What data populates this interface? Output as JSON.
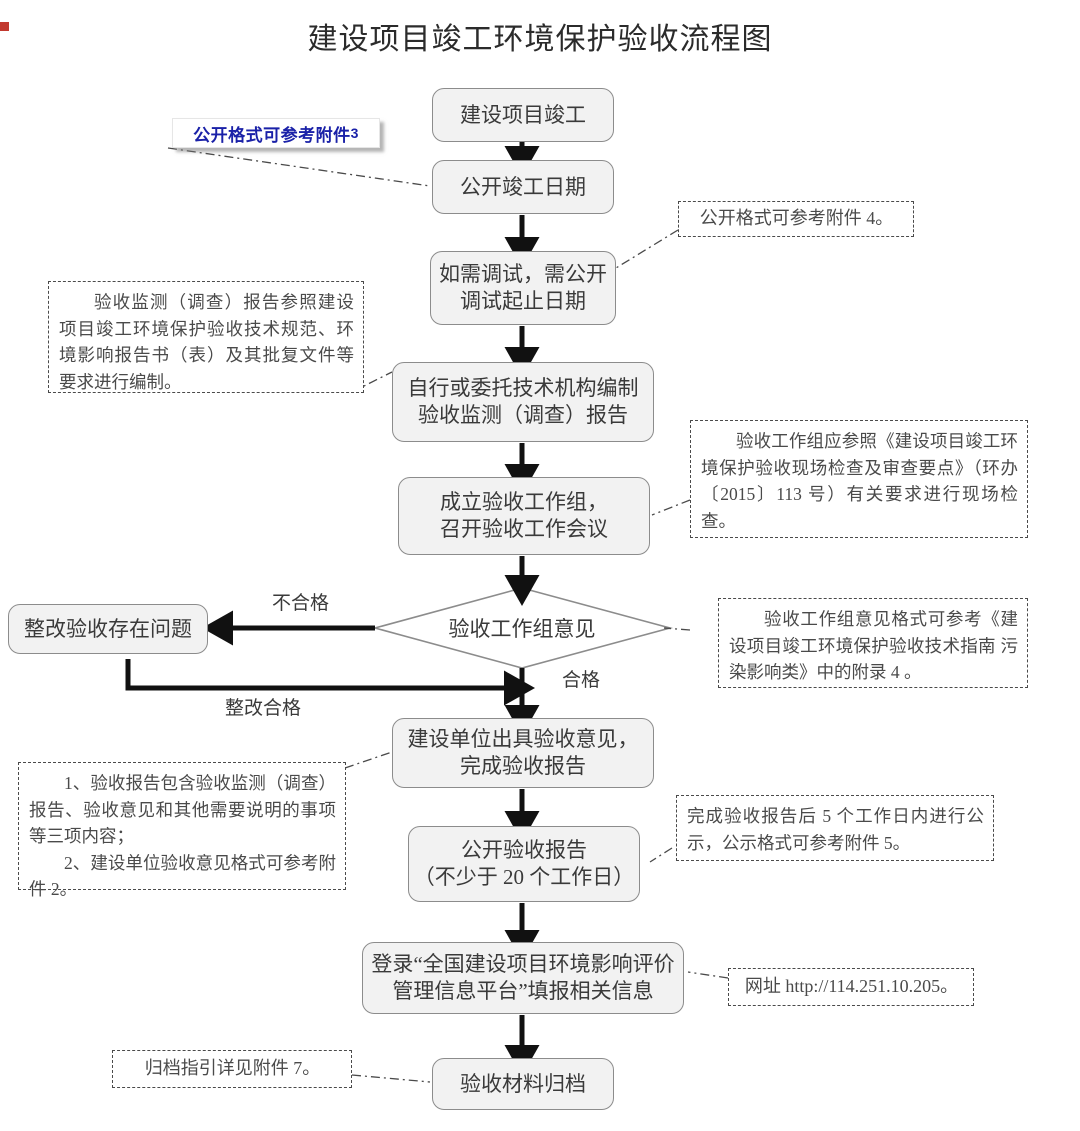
{
  "page": {
    "title": "建设项目竣工环境保护验收流程图"
  },
  "flow": {
    "nodes": [
      {
        "id": "n1",
        "lines": [
          "建设项目竣工"
        ]
      },
      {
        "id": "n2",
        "lines": [
          "公开竣工日期"
        ]
      },
      {
        "id": "n3",
        "lines": [
          "如需调试，需公开",
          "调试起止日期"
        ]
      },
      {
        "id": "n4",
        "lines": [
          "自行或委托技术机构编制",
          "验收监测（调查）报告"
        ]
      },
      {
        "id": "n5",
        "lines": [
          "成立验收工作组，",
          "召开验收工作会议"
        ]
      },
      {
        "id": "n6",
        "lines": [
          "建设单位出具验收意见，",
          "完成验收报告"
        ]
      },
      {
        "id": "n7",
        "lines": [
          "公开验收报告",
          "（不少于 20 个工作日）"
        ]
      },
      {
        "id": "n8",
        "lines": [
          "登录“全国建设项目环境影响评价",
          "管理信息平台”填报相关信息"
        ]
      },
      {
        "id": "n9",
        "lines": [
          "验收材料归档"
        ]
      },
      {
        "id": "nfix",
        "lines": [
          "整改验收存在问题"
        ]
      }
    ],
    "decision": {
      "id": "d1",
      "label": "验收工作组意见"
    },
    "edge_labels": {
      "fail": "不合格",
      "pass": "合格",
      "rectified": "整改合格"
    }
  },
  "notes": {
    "blue_callout": {
      "text": "公开格式可参考附件",
      "num": "3"
    },
    "attachment4": "公开格式可参考附件 4。",
    "monitoring_report": "验收监测（调查）报告参照建设项目竣工环境保护验收技术规范、环境影响报告书（表）及其批复文件等要求进行编制。",
    "workgroup_check": "验收工作组应参照《建设项目竣工环境保护验收现场检查及审查要点》（环办〔2015〕113 号）有关要求进行现场检查。",
    "opinion_format": "验收工作组意见格式可参考《建设项目竣工环境保护验收技术指南 污染影响类》中的附录 4 。",
    "report_contents_1": "1、验收报告包含验收监测（调查）报告、验收意见和其他需要说明的事项等三项内容；",
    "report_contents_2": "2、建设单位验收意见格式可参考附件 2。",
    "publicity": "完成验收报告后 5 个工作日内进行公示，公示格式可参考附件 5。",
    "website": "网址 http://114.251.10.205。",
    "archive": "归档指引详见附件 7。"
  },
  "colors": {
    "node_fill": "#f2f2f2",
    "node_border": "#8c8c8c",
    "arrow": "#111111",
    "note_border": "#4a4a4a",
    "blue_text": "#1a21a8",
    "text": "#3a3a3a"
  }
}
